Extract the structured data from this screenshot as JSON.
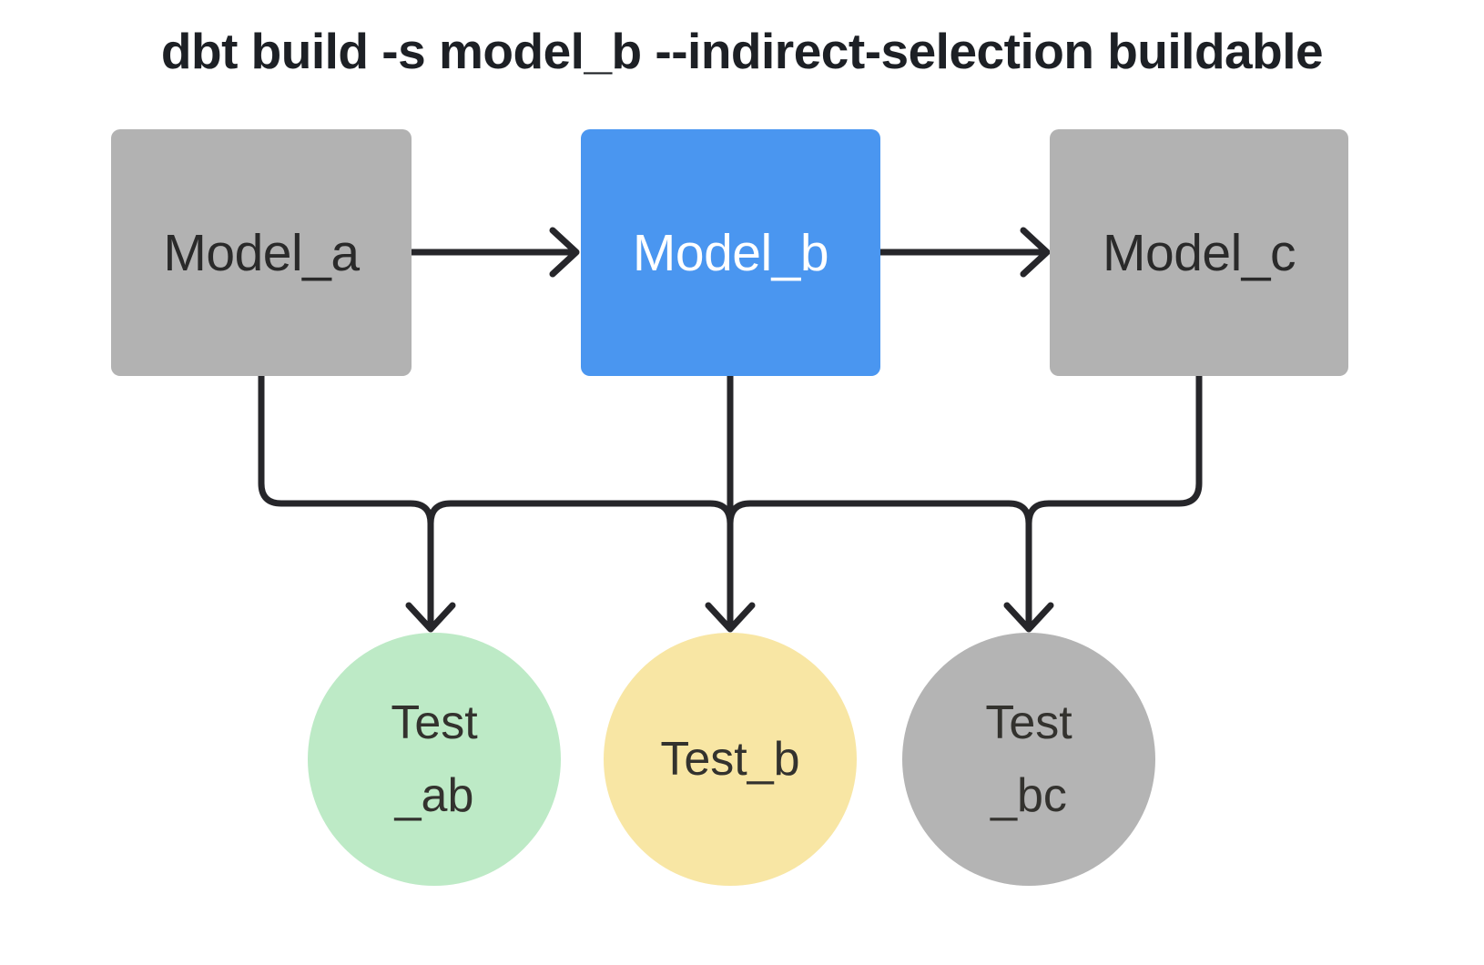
{
  "title": "dbt build -s model_b --indirect-selection buildable",
  "colors": {
    "selected_node": "#4a96f0",
    "unselected_node": "#b2b2b2",
    "test_pass_green": "#bdeac6",
    "test_indirect_yellow": "#f8e6a4",
    "test_excluded_gray": "#b4b4b4",
    "edge": "#26262a",
    "title_text": "#1d2025",
    "selected_text": "#ffffff",
    "node_text": "#2a2a2a"
  },
  "models": [
    {
      "id": "model_a",
      "label": "Model_a",
      "state": "unselected",
      "fill": "#b2b2b2"
    },
    {
      "id": "model_b",
      "label": "Model_b",
      "state": "selected",
      "fill": "#4a96f0"
    },
    {
      "id": "model_c",
      "label": "Model_c",
      "state": "unselected",
      "fill": "#b2b2b2"
    }
  ],
  "tests": [
    {
      "id": "test_ab",
      "line1": "Test",
      "line2": "_ab",
      "fill": "#bdeac6"
    },
    {
      "id": "test_b",
      "line1": "Test_b",
      "line2": "",
      "fill": "#f8e6a4"
    },
    {
      "id": "test_bc",
      "line1": "Test",
      "line2": "_bc",
      "fill": "#b4b4b4"
    }
  ],
  "edges": [
    {
      "from": "model_a",
      "to": "model_b"
    },
    {
      "from": "model_b",
      "to": "model_c"
    },
    {
      "from": "model_a",
      "to": "test_ab"
    },
    {
      "from": "model_b",
      "to": "test_ab"
    },
    {
      "from": "model_b",
      "to": "test_b"
    },
    {
      "from": "model_b",
      "to": "test_bc"
    },
    {
      "from": "model_c",
      "to": "test_bc"
    }
  ]
}
